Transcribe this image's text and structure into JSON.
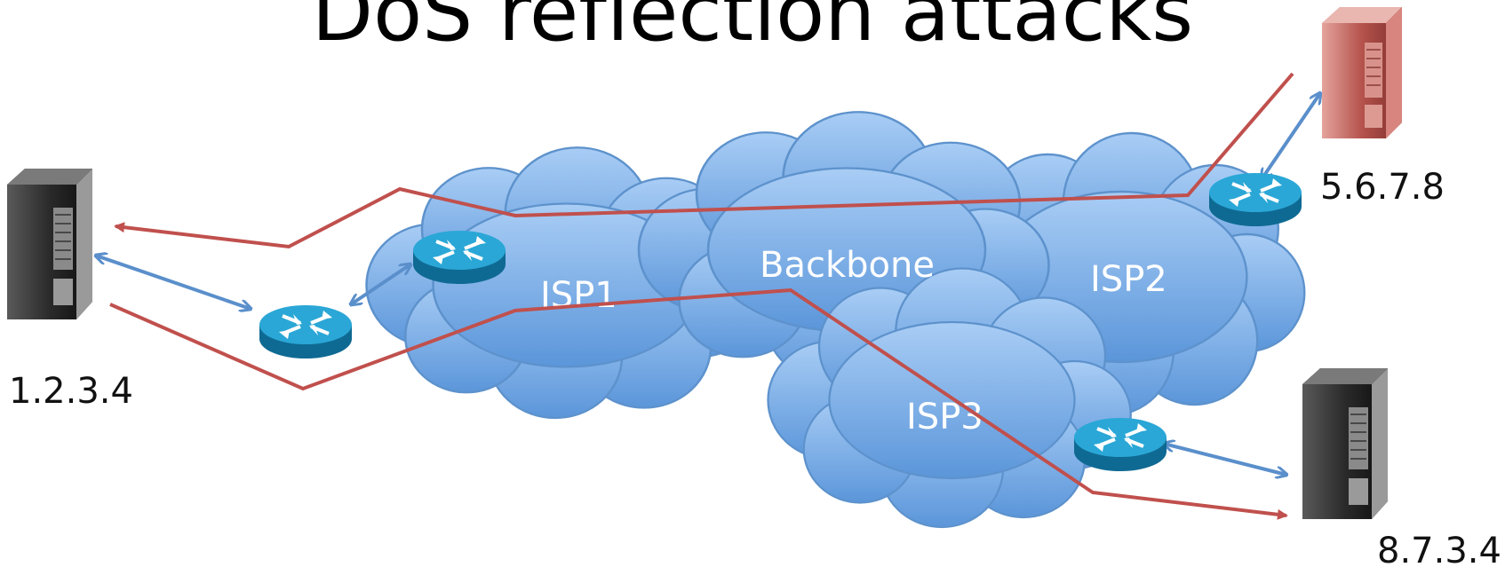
{
  "title": "DoS reflection attacks",
  "clouds": {
    "isp1": "ISP1",
    "backbone": "Backbone",
    "isp2": "ISP2",
    "isp3": "ISP3"
  },
  "hosts": {
    "left": {
      "address": "1.2.3.4",
      "icon": "server-tower-icon"
    },
    "top_right": {
      "address": "5.6.7.8",
      "icon": "server-tower-icon",
      "color": "#b5524c"
    },
    "bottom_right": {
      "address": "8.7.3.4",
      "icon": "server-tower-icon"
    }
  },
  "colors": {
    "cloud": "#7fb2e6",
    "cloud_edge": "#5d92cc",
    "attack_path": "#c0504d",
    "link": "#5a8fcb",
    "router": "#1f9ccc"
  }
}
